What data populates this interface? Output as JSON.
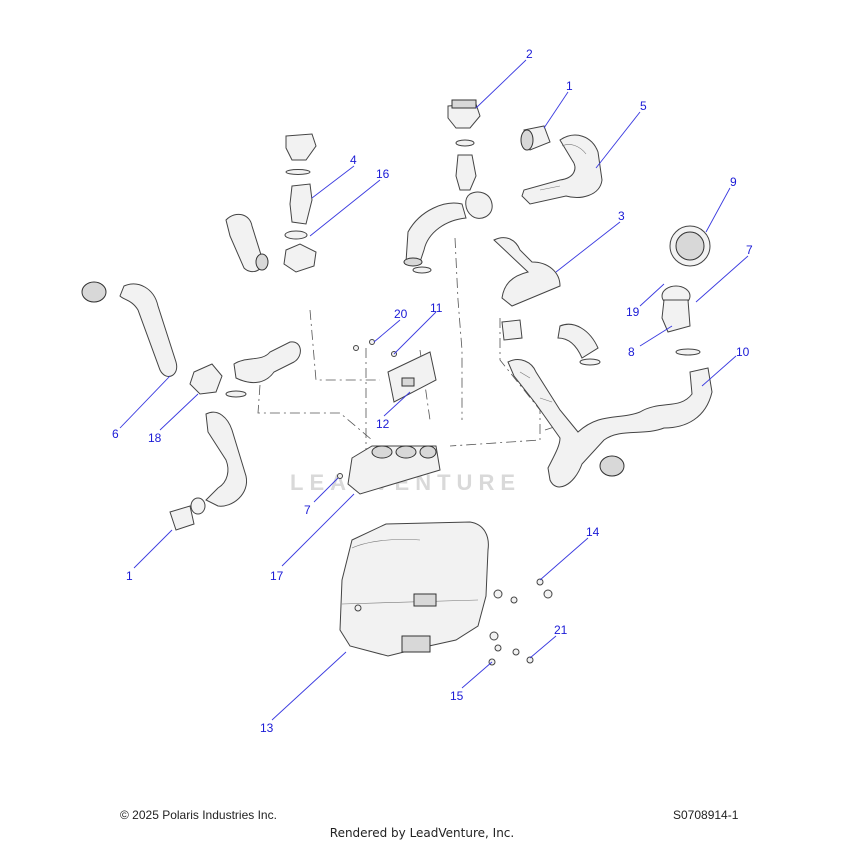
{
  "diagram": {
    "callouts": [
      "1",
      "2",
      "1",
      "5",
      "4",
      "16",
      "9",
      "3",
      "7",
      "11",
      "20",
      "19",
      "8",
      "10",
      "6",
      "18",
      "12",
      "7",
      "17",
      "14",
      "21",
      "15",
      "13"
    ],
    "watermark": "LEADVENTURE"
  },
  "footer": {
    "copyright": "© 2025 Polaris Industries Inc.",
    "figure_id": "S0708914-1",
    "rendered_by": "Rendered by LeadVenture, Inc."
  }
}
